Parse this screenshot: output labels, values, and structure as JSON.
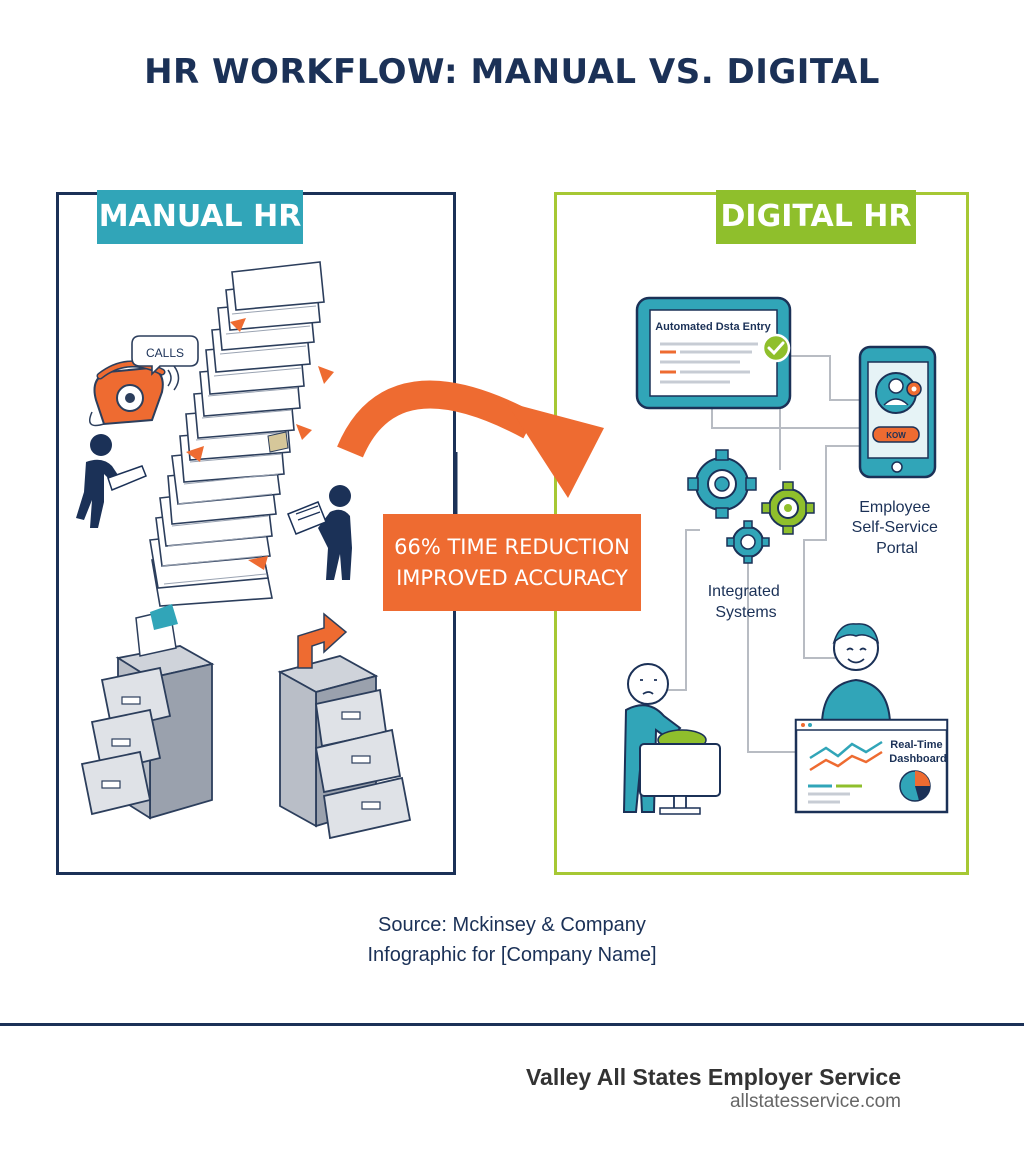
{
  "title": "HR WORKFLOW: MANUAL VS. DIGITAL",
  "manual": {
    "label": "MANUAL HR",
    "calls_bubble": "CALLS"
  },
  "digital": {
    "label": "DIGITAL HR",
    "automated_entry": "Automated Dsta Entry",
    "portal_button": "KOW",
    "portal_label_lines": [
      "Employee",
      "Self-Service",
      "Portal"
    ],
    "integrated_lines": [
      "Integrated",
      "Systems"
    ],
    "dashboard_lines": [
      "Real-Time",
      "Dashboard"
    ]
  },
  "callout": {
    "line1": "66% TIME REDUCTION",
    "line2": "IMPROVED ACCURACY"
  },
  "source": {
    "line1": "Source: Mckinsey & Company",
    "line2": "Infographic for [Company Name]"
  },
  "footer": {
    "company": "Valley All States Employer Service",
    "website": "allstatesservice.com"
  },
  "colors": {
    "navy": "#1b3157",
    "teal": "#31a5b8",
    "green": "#8fbf2c",
    "orange": "#ee6b31"
  }
}
